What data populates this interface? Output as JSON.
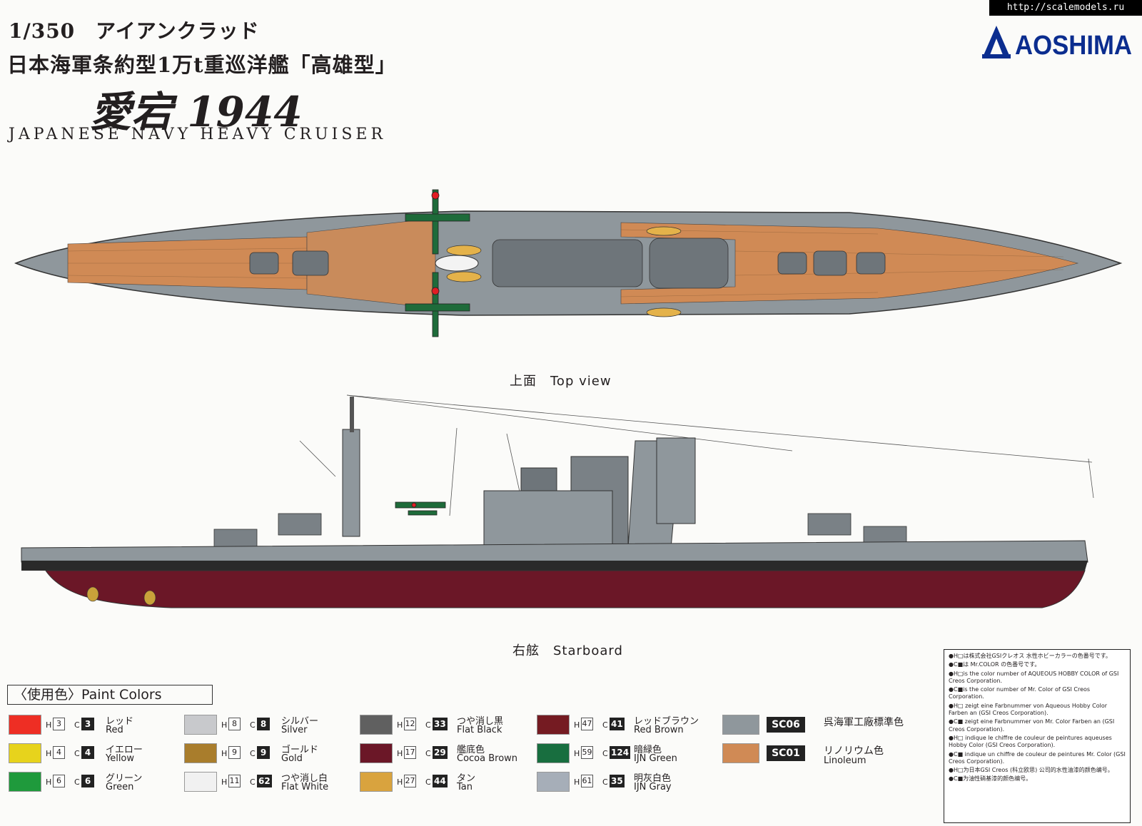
{
  "watermark": "http://scalemodels.ru",
  "header": {
    "scale_line": "1/350　アイアンクラッド",
    "subtitle": "日本海軍条約型1万t重巡洋艦「高雄型」",
    "ship_name": "愛宕 1944",
    "english_title": "JAPANESE NAVY HEAVY CRUISER"
  },
  "logo": {
    "brand": "AOSHIMA",
    "icon": "aoshima-a-logo-icon",
    "color": "#0b2d8f"
  },
  "views": {
    "top_caption": "上面　Top view",
    "side_caption": "右舷　Starboard"
  },
  "paint_colors": {
    "title": "〈使用色〉Paint Colors",
    "h_label": "H",
    "c_label": "C",
    "items": [
      {
        "color": "#ee2e24",
        "h": "3",
        "c": "3",
        "jp": "レッド",
        "en": "Red"
      },
      {
        "color": "#e7d31c",
        "h": "4",
        "c": "4",
        "jp": "イエロー",
        "en": "Yellow"
      },
      {
        "color": "#1f9a3c",
        "h": "6",
        "c": "6",
        "jp": "グリーン",
        "en": "Green"
      },
      {
        "color": "#c8c9cc",
        "h": "8",
        "c": "8",
        "jp": "シルバー",
        "en": "Silver"
      },
      {
        "color": "#a97d2c",
        "h": "9",
        "c": "9",
        "jp": "ゴールド",
        "en": "Gold"
      },
      {
        "color": "#f1f1f1",
        "h": "11",
        "c": "62",
        "jp": "つや消し白",
        "en": "Flat White"
      },
      {
        "color": "#606060",
        "h": "12",
        "c": "33",
        "jp": "つや消し黒",
        "en": "Flat Black"
      },
      {
        "color": "#6b1727",
        "h": "17",
        "c": "29",
        "jp": "艦底色",
        "en": "Cocoa Brown"
      },
      {
        "color": "#d9a33e",
        "h": "27",
        "c": "44",
        "jp": "タン",
        "en": "Tan"
      },
      {
        "color": "#751b22",
        "h": "47",
        "c": "41",
        "jp": "レッドブラウン",
        "en": "Red Brown"
      },
      {
        "color": "#186e3f",
        "h": "59",
        "c": "124",
        "jp": "暗緑色",
        "en": "IJN Green"
      },
      {
        "color": "#a6aeb8",
        "h": "61",
        "c": "35",
        "jp": "明灰白色",
        "en": "IJN Gray"
      }
    ],
    "special": [
      {
        "color": "#8f979c",
        "code": "SC06",
        "jp": "呉海軍工廠標準色",
        "en": ""
      },
      {
        "color": "#d08a55",
        "code": "SC01",
        "jp": "リノリウム色",
        "en": "Linoleum"
      }
    ]
  },
  "notes": [
    "●H□は株式会社GSIクレオス 水性ホビーカラーの色番号です。",
    "●C■は Mr.COLOR の色番号です。",
    "●H□is the color number of AQUEOUS HOBBY COLOR of GSI Creos Corporation.",
    "●C■is the color number of Mr. Color of GSI Creos Corporation.",
    "●H□ zeigt eine Farbnummer von Aqueous Hobby Color Farben an (GSI Creos Corporation).",
    "●C■ zeigt eine Farbnummer von Mr. Color Farben an (GSI Creos Corporation).",
    "●H□ indique le chiffre de couleur de peintures aqueuses Hobby Color (GSI Creos Corporation).",
    "●C■ indique un chiffre de couleur de peintures Mr. Color (GSI Creos Corporation).",
    "●H□为日本GSI Creos (科立欧思) 公司的水性油漆的颜色编号。",
    "●C■为油性硝基漆的颜色编号。"
  ],
  "colors": {
    "hull_gray": "#8f979c",
    "linoleum": "#d08a55",
    "bottom": "#6b1727",
    "boot": "#2a2a2a"
  }
}
